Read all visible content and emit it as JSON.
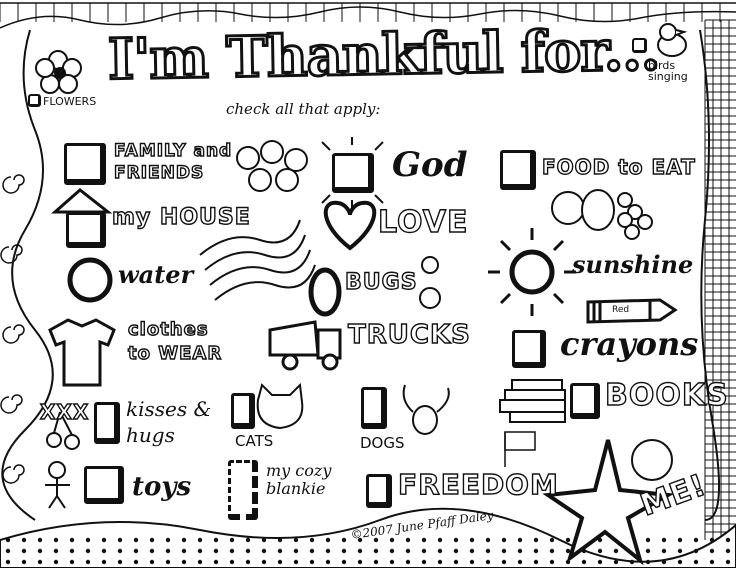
{
  "title": "I'm Thankful for...",
  "subtitle": "check all that apply:",
  "items": {
    "flowers": "FLOWERS",
    "birds": "birds singing",
    "family": "FAMILY and FRIENDS",
    "god": "God",
    "food": "FOOD to EAT",
    "house": "my HOUSE",
    "love": "LOVE",
    "water": "water",
    "bugs": "BUGS",
    "sunshine": "sunshine",
    "clothes": "clothes to WEAR",
    "trucks": "TRUCKS",
    "crayons": "crayons",
    "crayon_color": "Red",
    "kisses_marks": "XXX",
    "kisses": "kisses & hugs",
    "cats": "CATS",
    "dogs": "DOGS",
    "books": "BOOKS",
    "toys": "toys",
    "blankie": "my cozy blankie",
    "freedom": "FREEDOM",
    "me": "ME!"
  },
  "copyright": "©2007 June Pfaff Daley",
  "colors": {
    "ink": "#111111",
    "paper": "#ffffff"
  }
}
